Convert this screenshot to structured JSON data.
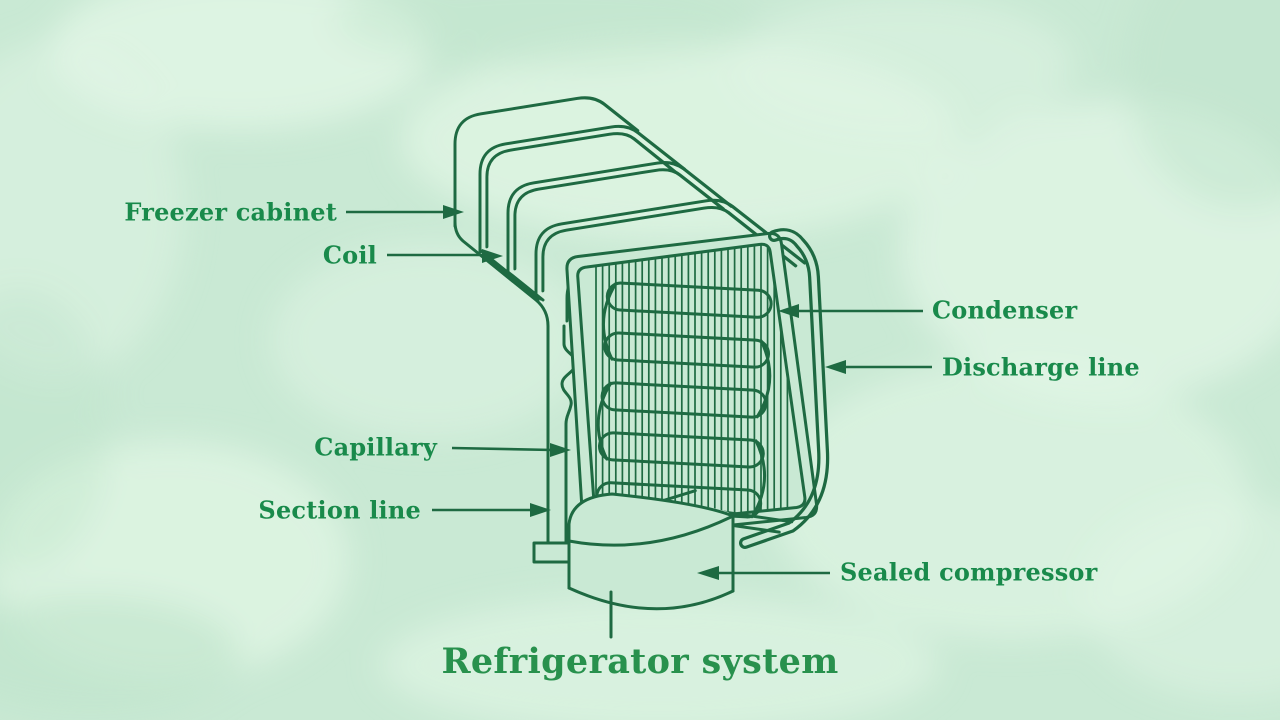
{
  "title": "Refrigerator system",
  "labels": {
    "freezer_cabinet": "Freezer cabinet",
    "coil": "Coil",
    "condenser": "Condenser",
    "discharge_line": "Discharge line",
    "capillary": "Capillary",
    "section_line": "Section line",
    "sealed_compressor": "Sealed compressor"
  },
  "colors": {
    "background": "#c9e9d4",
    "wash_light": "#e2f6e6",
    "wash_dark": "#bfe4cb",
    "line_art": "#1e6a42",
    "label_text": "#198a4b",
    "title_text": "#28914d"
  },
  "diagram": {
    "type": "labeled-illustration",
    "subject": "Refrigerator system",
    "parts": [
      "Freezer cabinet",
      "Coil",
      "Condenser",
      "Discharge line",
      "Capillary",
      "Section line",
      "Sealed compressor"
    ]
  }
}
